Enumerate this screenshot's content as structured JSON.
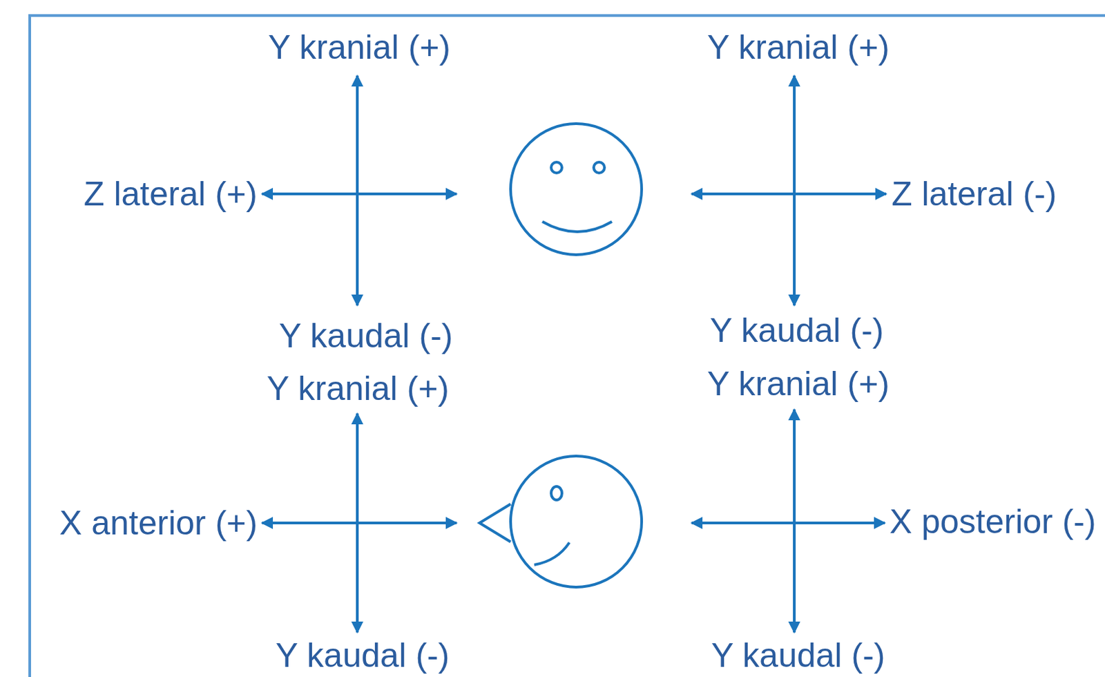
{
  "diagram": {
    "labels": [
      "Y kranial (+)",
      "Y kranial (+)",
      "Z lateral (+)",
      "Z lateral (-)",
      "Y kaudal (-)",
      "Y kaudal (-)",
      "Y kranial (+)",
      "Y kranial (+)",
      "X anterior (+)",
      "X posterior (-)",
      "Y kaudal (-)",
      "Y kaudal (-)"
    ]
  }
}
